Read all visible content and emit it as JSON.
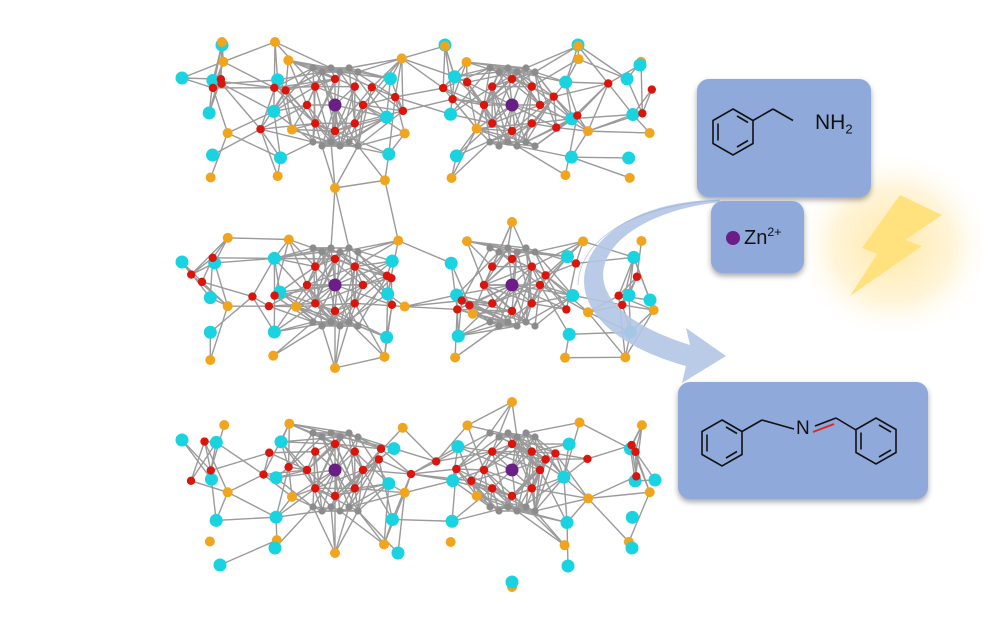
{
  "colors": {
    "background": "#ffffff",
    "box_fill": "#8fa9db",
    "arrow": "#b7c8e8",
    "bond": "#9a9a9a",
    "node_cyan": "#19d3e0",
    "node_orange": "#f1a51c",
    "node_red": "#d9150c",
    "node_purple": "#6b1e86",
    "node_gray": "#8c8c8c",
    "imine_highlight": "#e3241d",
    "glow": "#ffe9a8",
    "bolt": "#ffe27a"
  },
  "labels": {
    "amine_group": "NH",
    "amine_sub": "2",
    "catalyst_symbol": "Zn",
    "catalyst_charge": "2+",
    "imine_atom": "N"
  },
  "icons": {
    "light": "lightning-bolt-icon",
    "catalyst_marker": "zinc-ion-dot"
  }
}
